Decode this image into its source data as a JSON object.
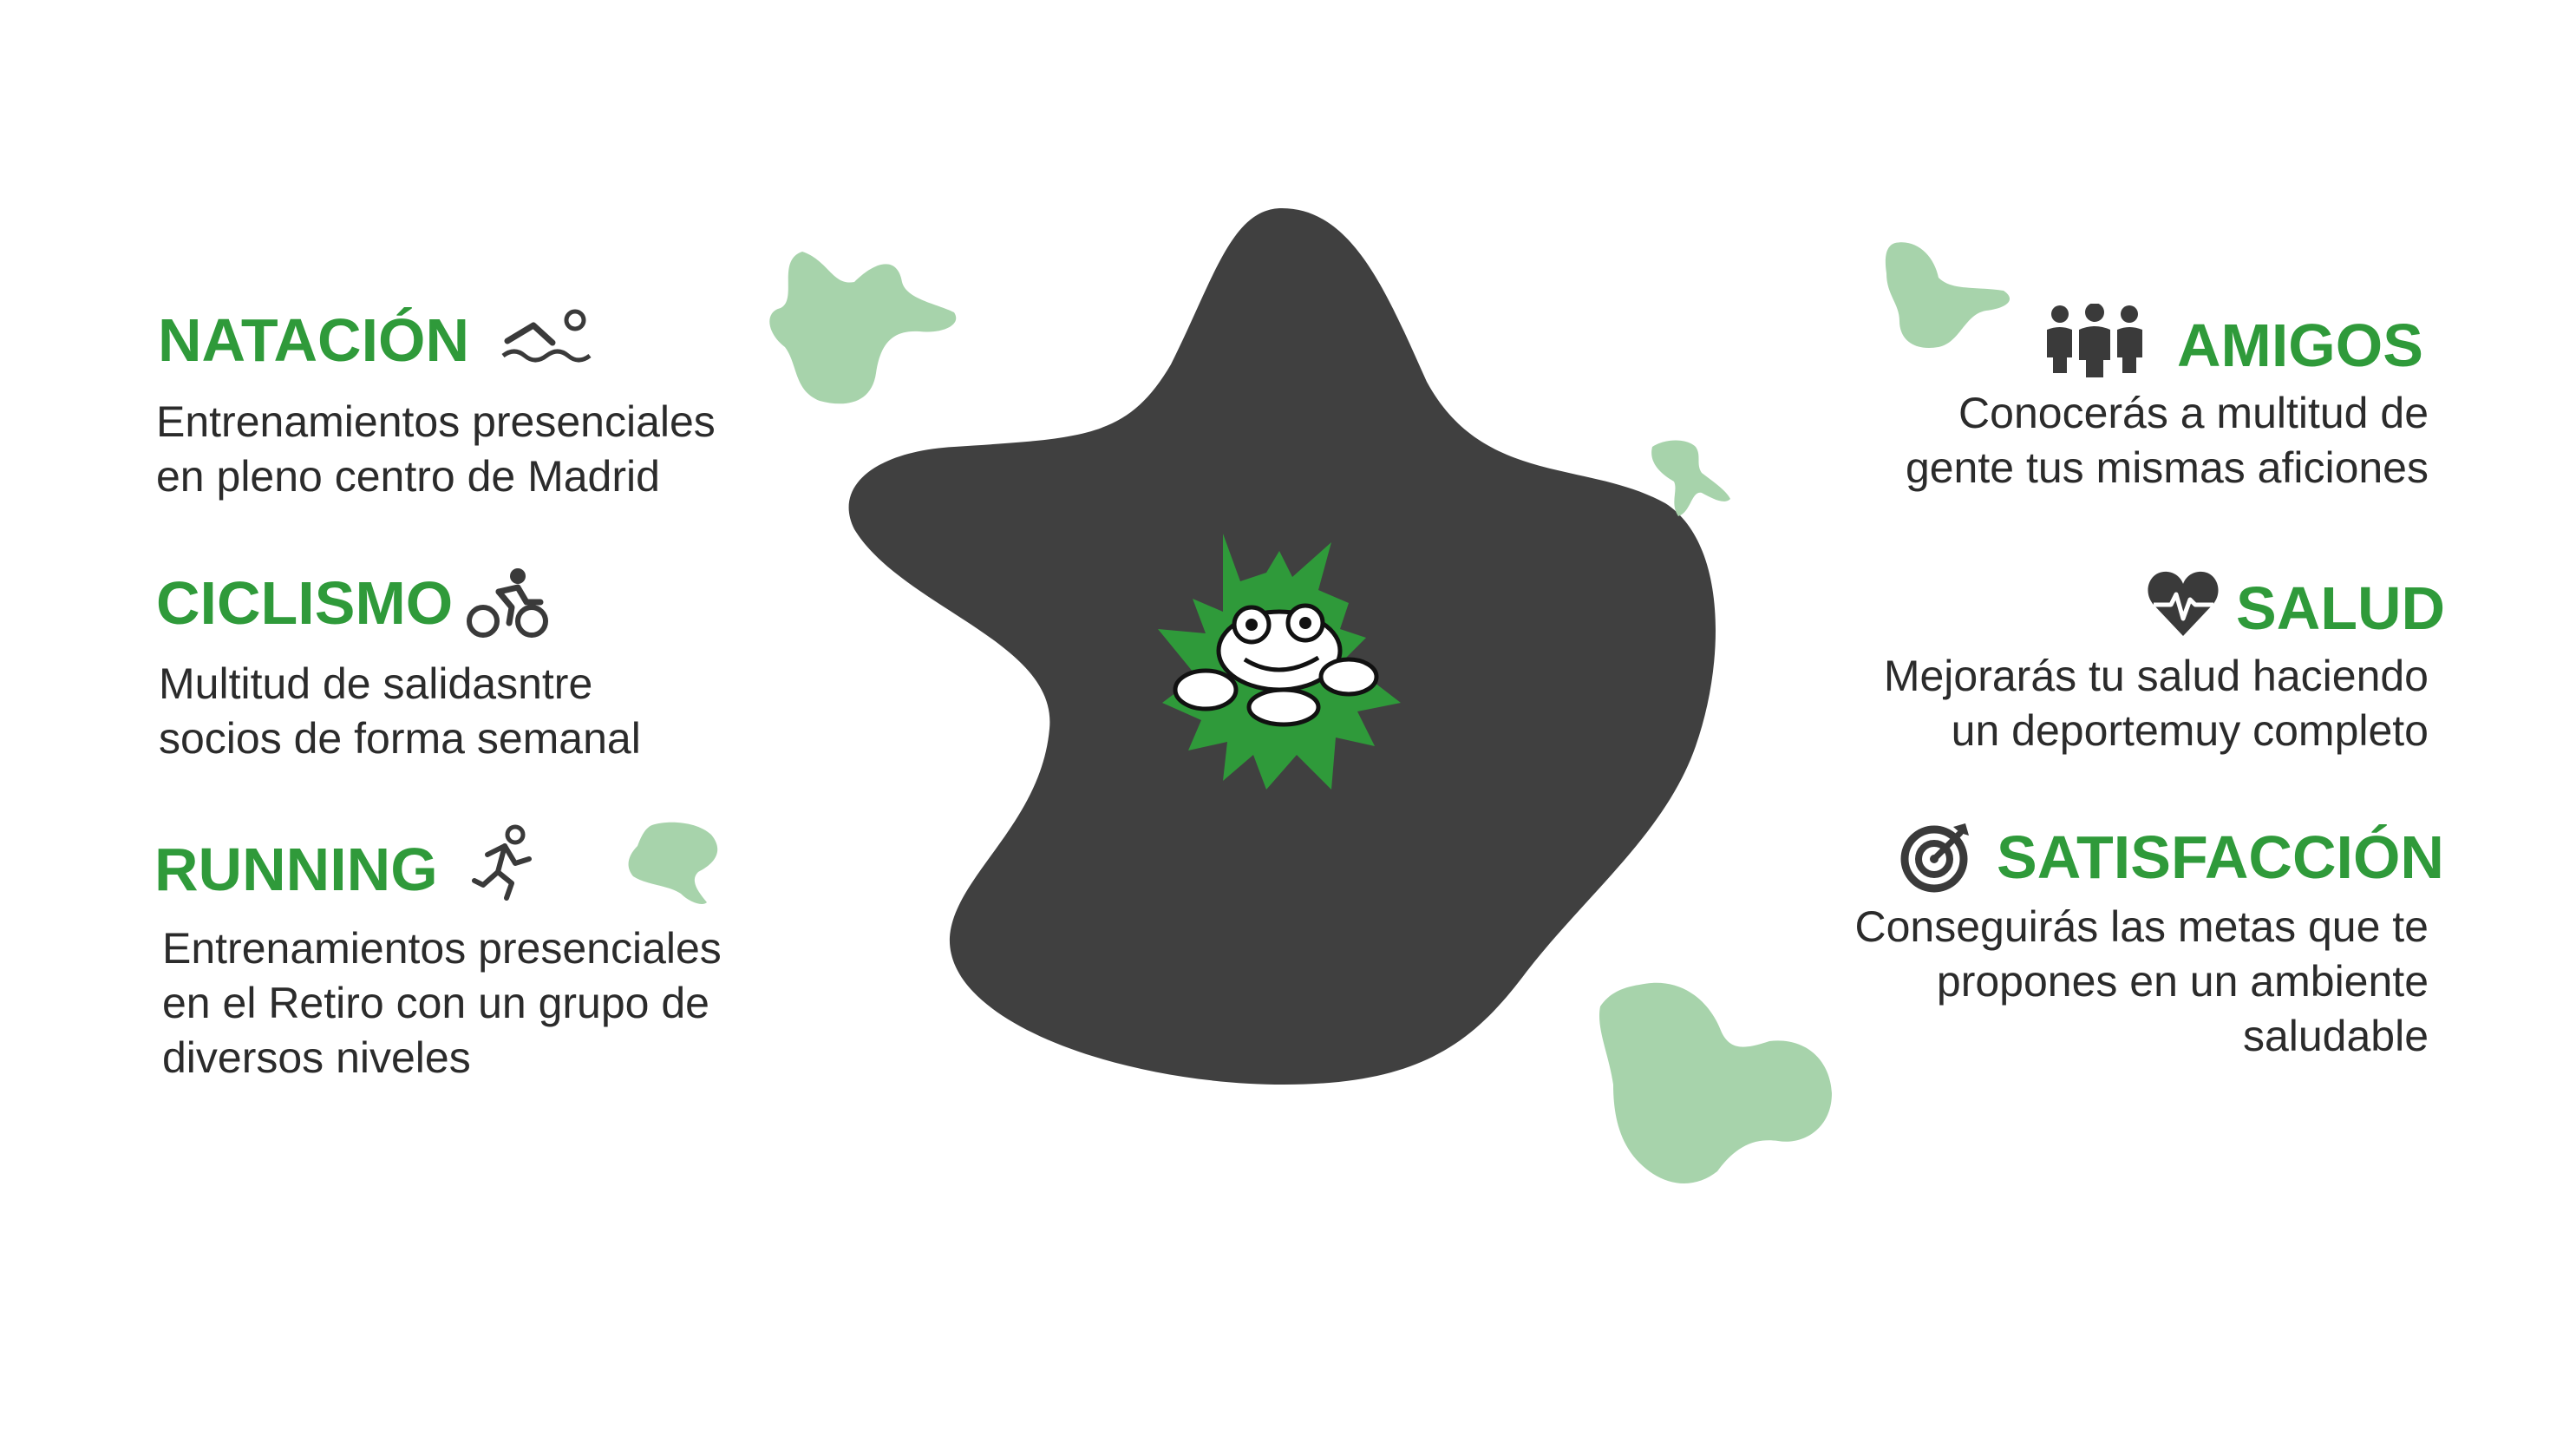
{
  "colors": {
    "accent_green": "#2f9a3a",
    "light_green": "#a7d3ab",
    "blob_dark": "#404040",
    "text": "#2b2b2b",
    "icon_dark": "#3a3a3a"
  },
  "center_logo": {
    "name": "frog-logo"
  },
  "left_items": [
    {
      "title": "NATACIÓN",
      "icon": "swimming-icon",
      "description": "Entrenamientos presenciales\nen pleno centro de Madrid"
    },
    {
      "title": "CICLISMO",
      "icon": "cycling-icon",
      "description": "Multitud de salidasntre\nsocios de forma semanal"
    },
    {
      "title": "RUNNING",
      "icon": "running-icon",
      "description": "Entrenamientos presenciales\nen el Retiro con un grupo de\ndiversos niveles"
    }
  ],
  "right_items": [
    {
      "title": "AMIGOS",
      "icon": "group-icon",
      "description": "Conocerás a multitud de\ngente tus mismas aficiones"
    },
    {
      "title": "SALUD",
      "icon": "heart-pulse-icon",
      "description": "Mejorarás tu salud haciendo\nun deportemuy completo"
    },
    {
      "title": "SATISFACCIÓN",
      "icon": "target-icon",
      "description": "Conseguirás las metas que te\npropones en un ambiente\nsaludable"
    }
  ]
}
